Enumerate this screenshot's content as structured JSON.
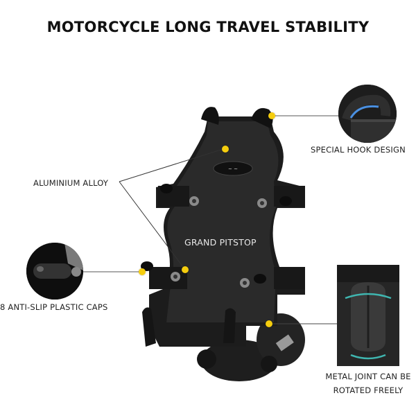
{
  "title": "MOTORCYCLE LONG TRAVEL STABILITY",
  "product": {
    "brand_text": "GRAND PITSTOP",
    "logo": "rider-logo-oval"
  },
  "callouts": [
    {
      "id": "special-hook",
      "label": "SPECIAL HOOK DESIGN",
      "inset": "circle",
      "inset_subject": "hook-closeup"
    },
    {
      "id": "aluminium",
      "label": "ALUMINIUM ALLOY",
      "inset": "none"
    },
    {
      "id": "caps",
      "label": "8 ANTI-SLIP PLASTIC CAPS",
      "inset": "circle",
      "inset_subject": "plastic-cap-closeup"
    },
    {
      "id": "joint",
      "label_line1": "METAL JOINT CAN BE",
      "label_line2": "ROTATED FREELY",
      "inset": "rect",
      "inset_subject": "ball-joint-closeup"
    }
  ],
  "colors": {
    "dot": "#f5cd0e",
    "product_body": "#1c1c1c",
    "rotation_arrow": "#3fb6b0",
    "hook_highlight": "#4a90e2"
  }
}
